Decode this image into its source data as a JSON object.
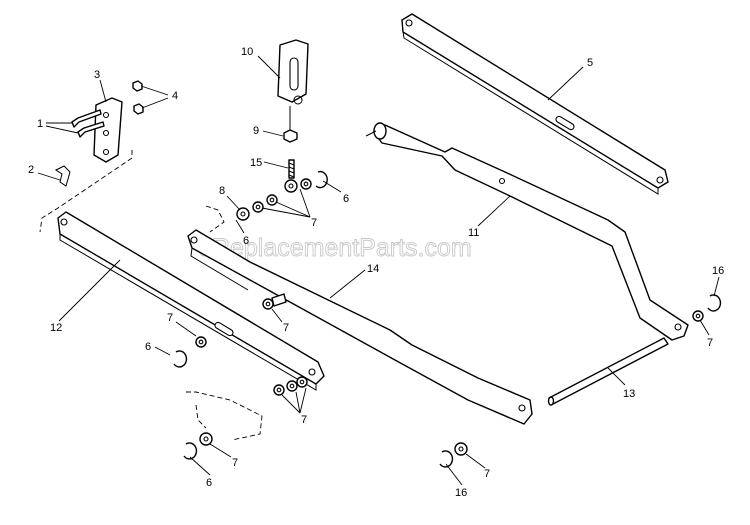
{
  "watermark": "eReplacementParts.com",
  "callouts": {
    "c1": "1",
    "c2": "2",
    "c3": "3",
    "c4": "4",
    "c5": "5",
    "c6a": "6",
    "c6b": "6",
    "c6c": "6",
    "c6d": "6",
    "c7a": "7",
    "c7b": "7",
    "c7c": "7",
    "c7d": "7",
    "c7e": "7",
    "c7f": "7",
    "c7g": "7",
    "c8": "8",
    "c9": "9",
    "c10": "10",
    "c11": "11",
    "c12": "12",
    "c13": "13",
    "c14": "14",
    "c15": "15",
    "c16a": "16",
    "c16b": "16"
  }
}
